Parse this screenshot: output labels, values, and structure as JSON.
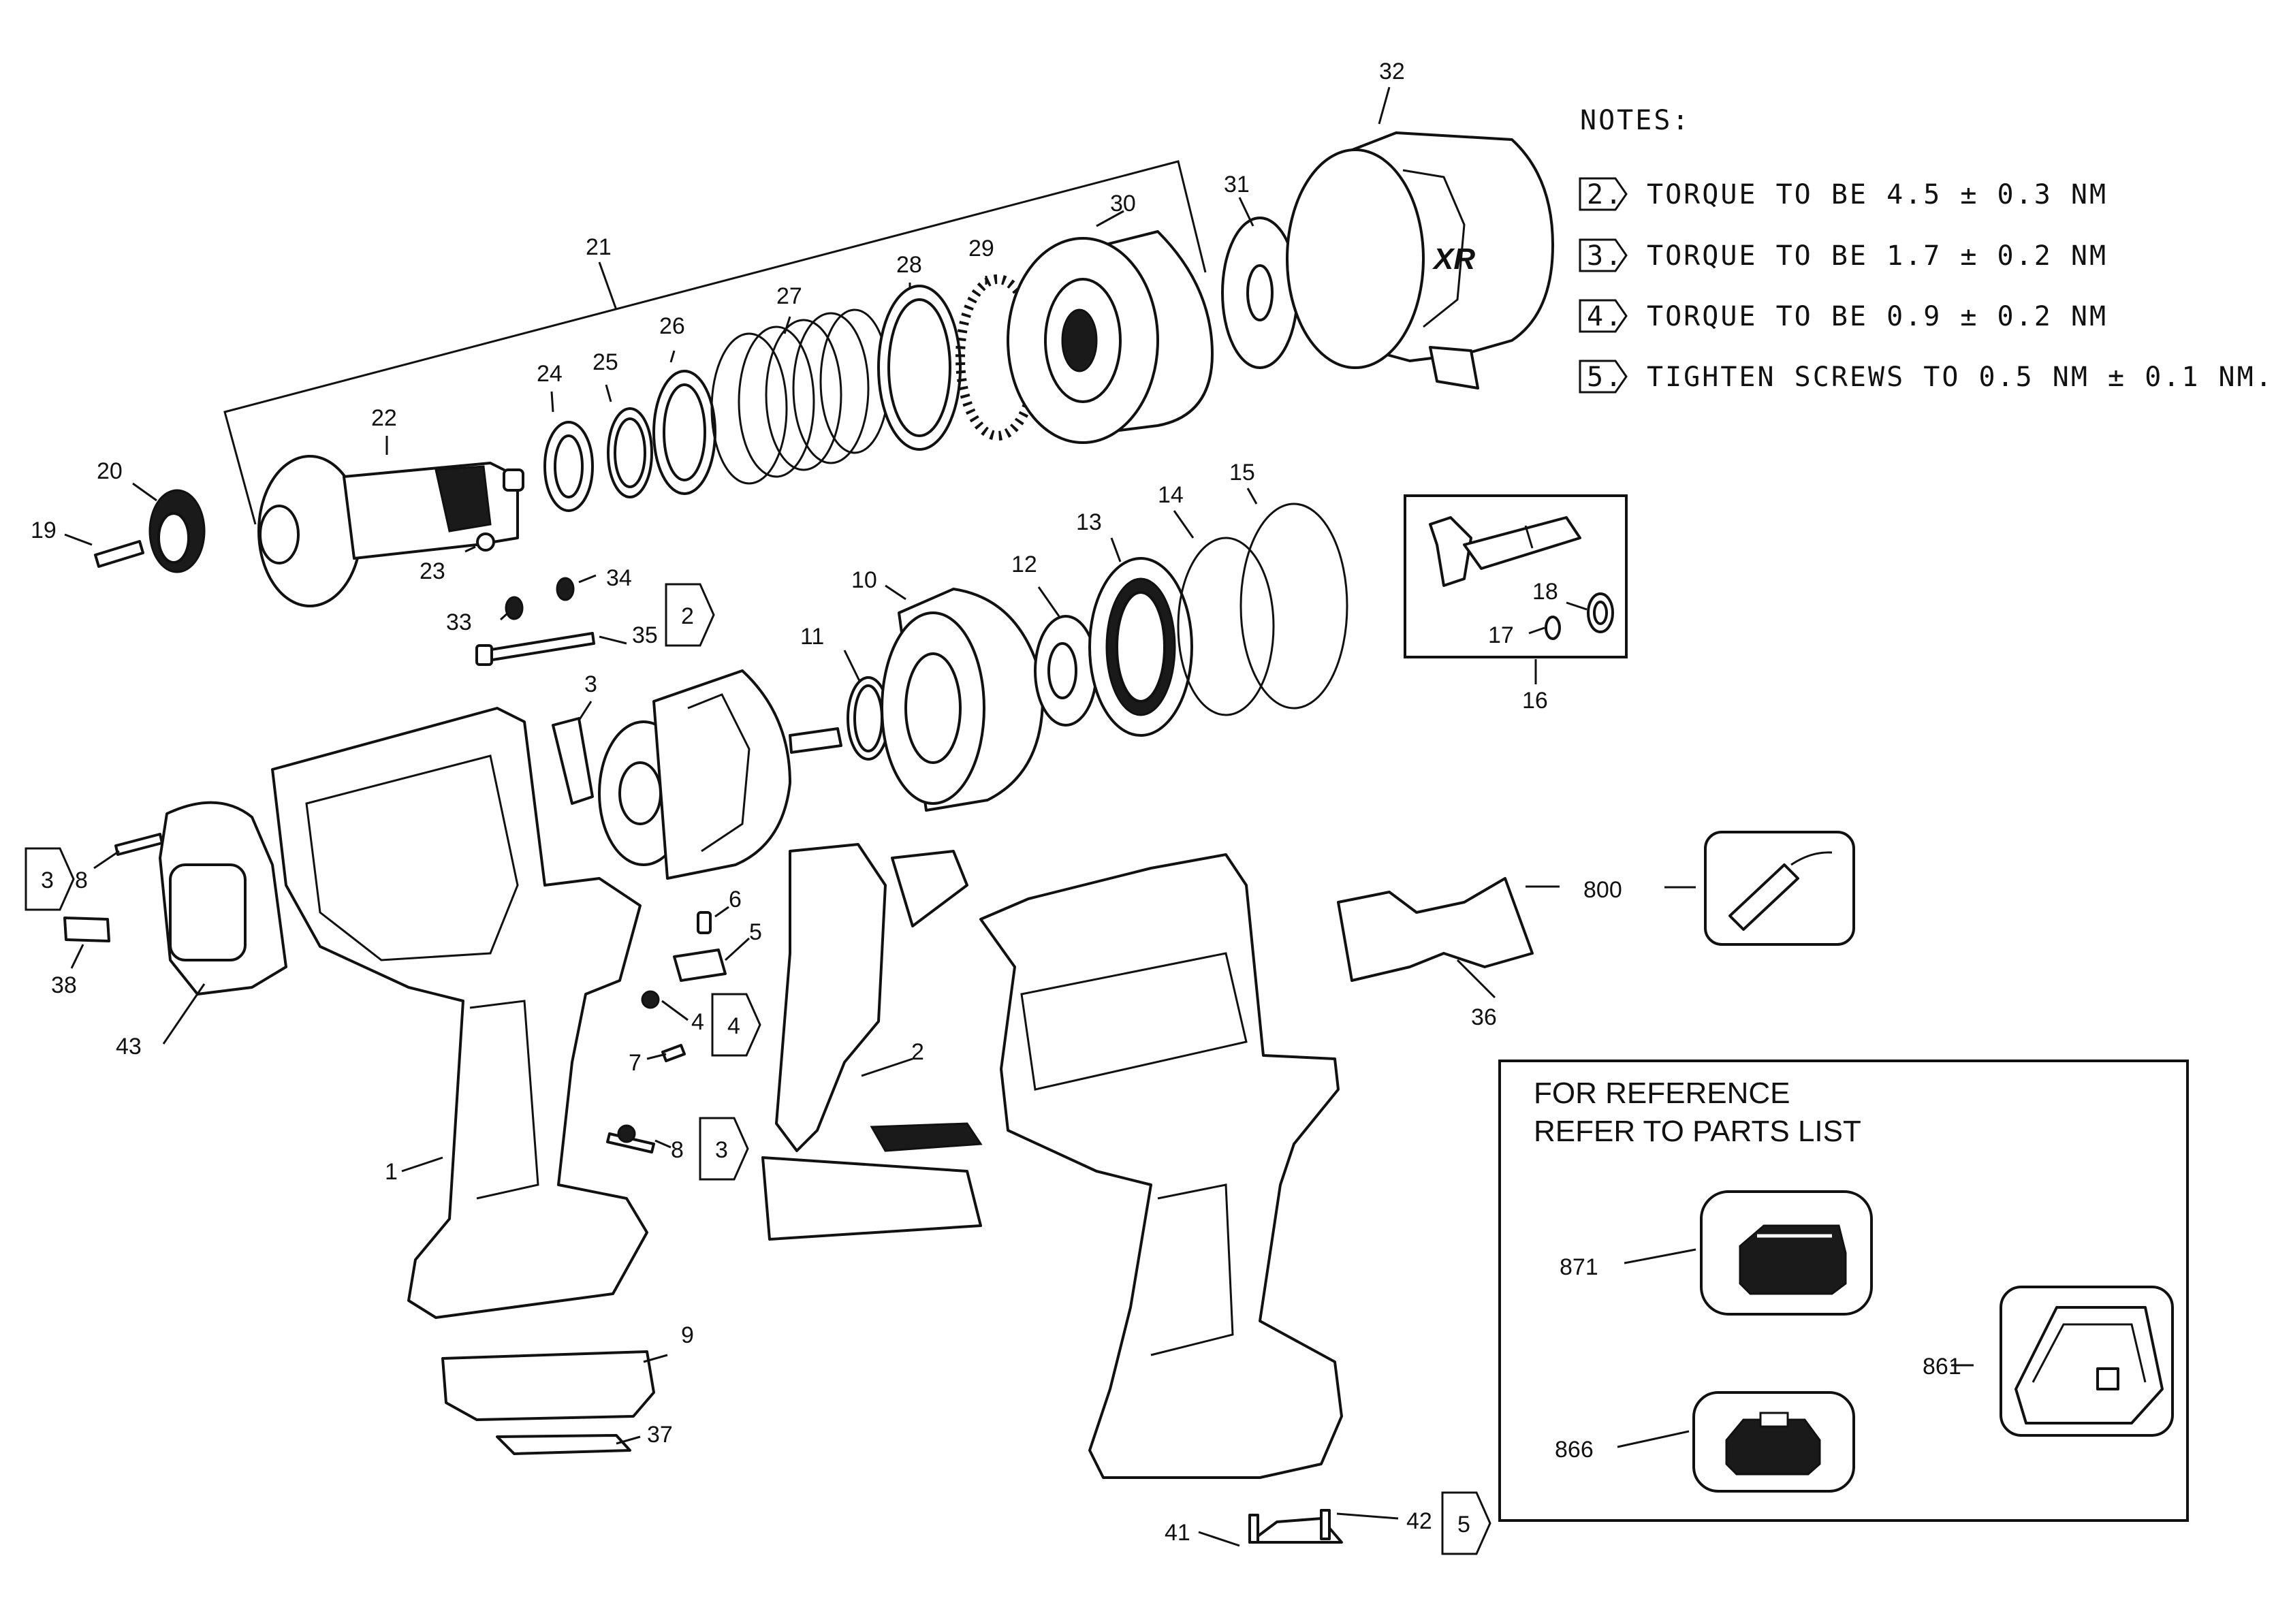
{
  "notes": {
    "heading": "NOTES:",
    "items": [
      {
        "tag": "2.",
        "text": "TORQUE TO BE 4.5 ± 0.3 NM"
      },
      {
        "tag": "3.",
        "text": "TORQUE TO BE 1.7 ± 0.2 NM"
      },
      {
        "tag": "4.",
        "text": "TORQUE TO BE 0.9 ± 0.2 NM"
      },
      {
        "tag": "5.",
        "text": "TIGHTEN SCREWS TO 0.5 NM  ± 0.1 NM."
      }
    ]
  },
  "reference": {
    "line1": "FOR REFERENCE",
    "line2": "REFER TO PARTS LIST"
  },
  "brand_mark": "XR",
  "note_flags": {
    "n2": "2",
    "n3": "3",
    "n4": "4",
    "n5": "5"
  },
  "callouts": {
    "c1": "1",
    "c2": "2",
    "c3": "3",
    "c4": "4",
    "c5": "5",
    "c6": "6",
    "c7": "7",
    "c8": "8",
    "c9": "9",
    "c10": "10",
    "c11": "11",
    "c12": "12",
    "c13": "13",
    "c14": "14",
    "c15": "15",
    "c16": "16",
    "c17": "17",
    "c18": "18",
    "c19": "19",
    "c20": "20",
    "c21": "21",
    "c22": "22",
    "c23": "23",
    "c24": "24",
    "c25": "25",
    "c26": "26",
    "c27": "27",
    "c28": "28",
    "c29": "29",
    "c30": "30",
    "c31": "31",
    "c32": "32",
    "c33": "33",
    "c34": "34",
    "c35": "35",
    "c36": "36",
    "c37": "37",
    "c38": "38",
    "c41": "41",
    "c42": "42",
    "c43": "43",
    "c800": "800",
    "c861": "861",
    "c866": "866",
    "c871": "871"
  }
}
